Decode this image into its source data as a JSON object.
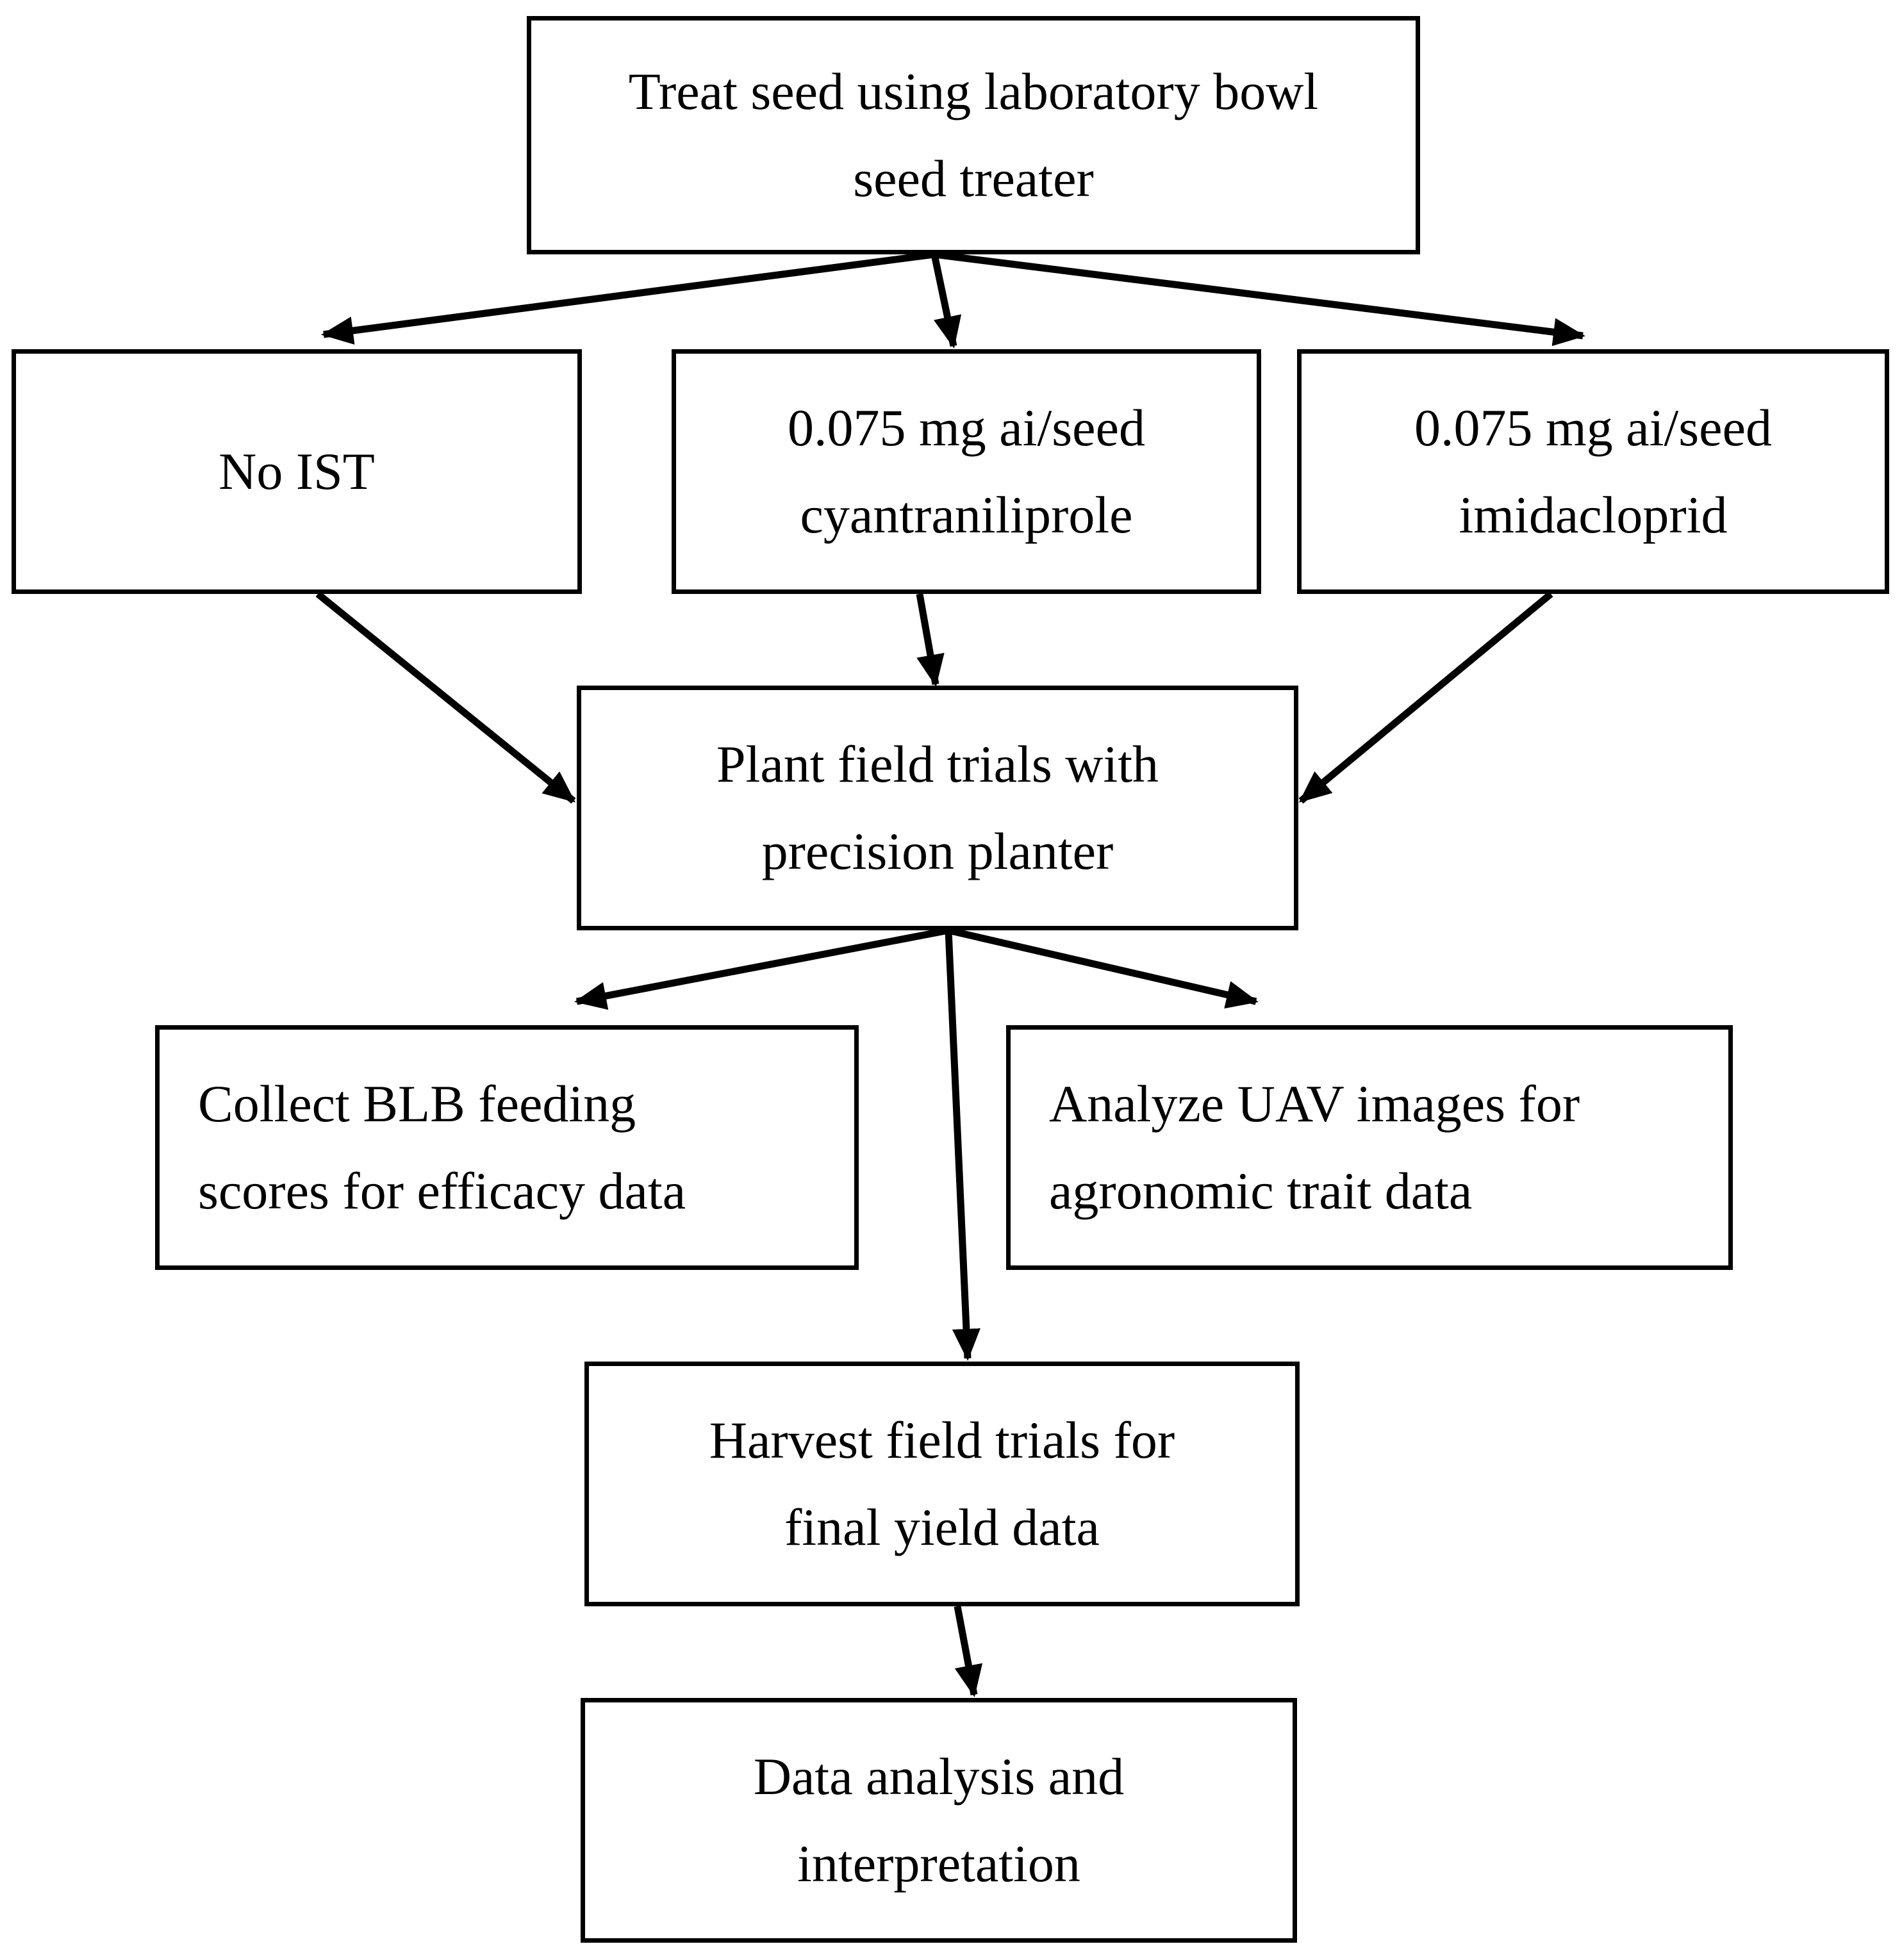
{
  "nodes": {
    "treat": {
      "lines": [
        "Treat seed using laboratory bowl",
        "seed treater"
      ]
    },
    "no_ist": {
      "lines": [
        "No IST"
      ]
    },
    "cyantraniliprole": {
      "lines": [
        "0.075 mg ai/seed",
        "cyantraniliprole"
      ]
    },
    "imidacloprid": {
      "lines": [
        "0.075 mg ai/seed",
        "imidacloprid"
      ]
    },
    "plant": {
      "lines": [
        "Plant field trials with",
        "precision planter"
      ]
    },
    "collect": {
      "lines": [
        "Collect BLB feeding",
        "scores for efficacy data"
      ]
    },
    "analyze": {
      "lines": [
        "Analyze UAV images for",
        "agronomic trait data"
      ]
    },
    "harvest": {
      "lines": [
        "Harvest field trials for",
        "final yield data"
      ]
    },
    "data": {
      "lines": [
        "Data analysis and",
        "interpretation"
      ]
    }
  },
  "edges": [
    {
      "from": "treat",
      "to": "no_ist"
    },
    {
      "from": "treat",
      "to": "cyantraniliprole"
    },
    {
      "from": "treat",
      "to": "imidacloprid"
    },
    {
      "from": "no_ist",
      "to": "plant"
    },
    {
      "from": "cyantraniliprole",
      "to": "plant"
    },
    {
      "from": "imidacloprid",
      "to": "plant"
    },
    {
      "from": "plant",
      "to": "collect"
    },
    {
      "from": "plant",
      "to": "analyze"
    },
    {
      "from": "plant",
      "to": "harvest"
    },
    {
      "from": "harvest",
      "to": "data"
    }
  ],
  "colors": {
    "stroke": "#000000",
    "background": "#ffffff"
  }
}
